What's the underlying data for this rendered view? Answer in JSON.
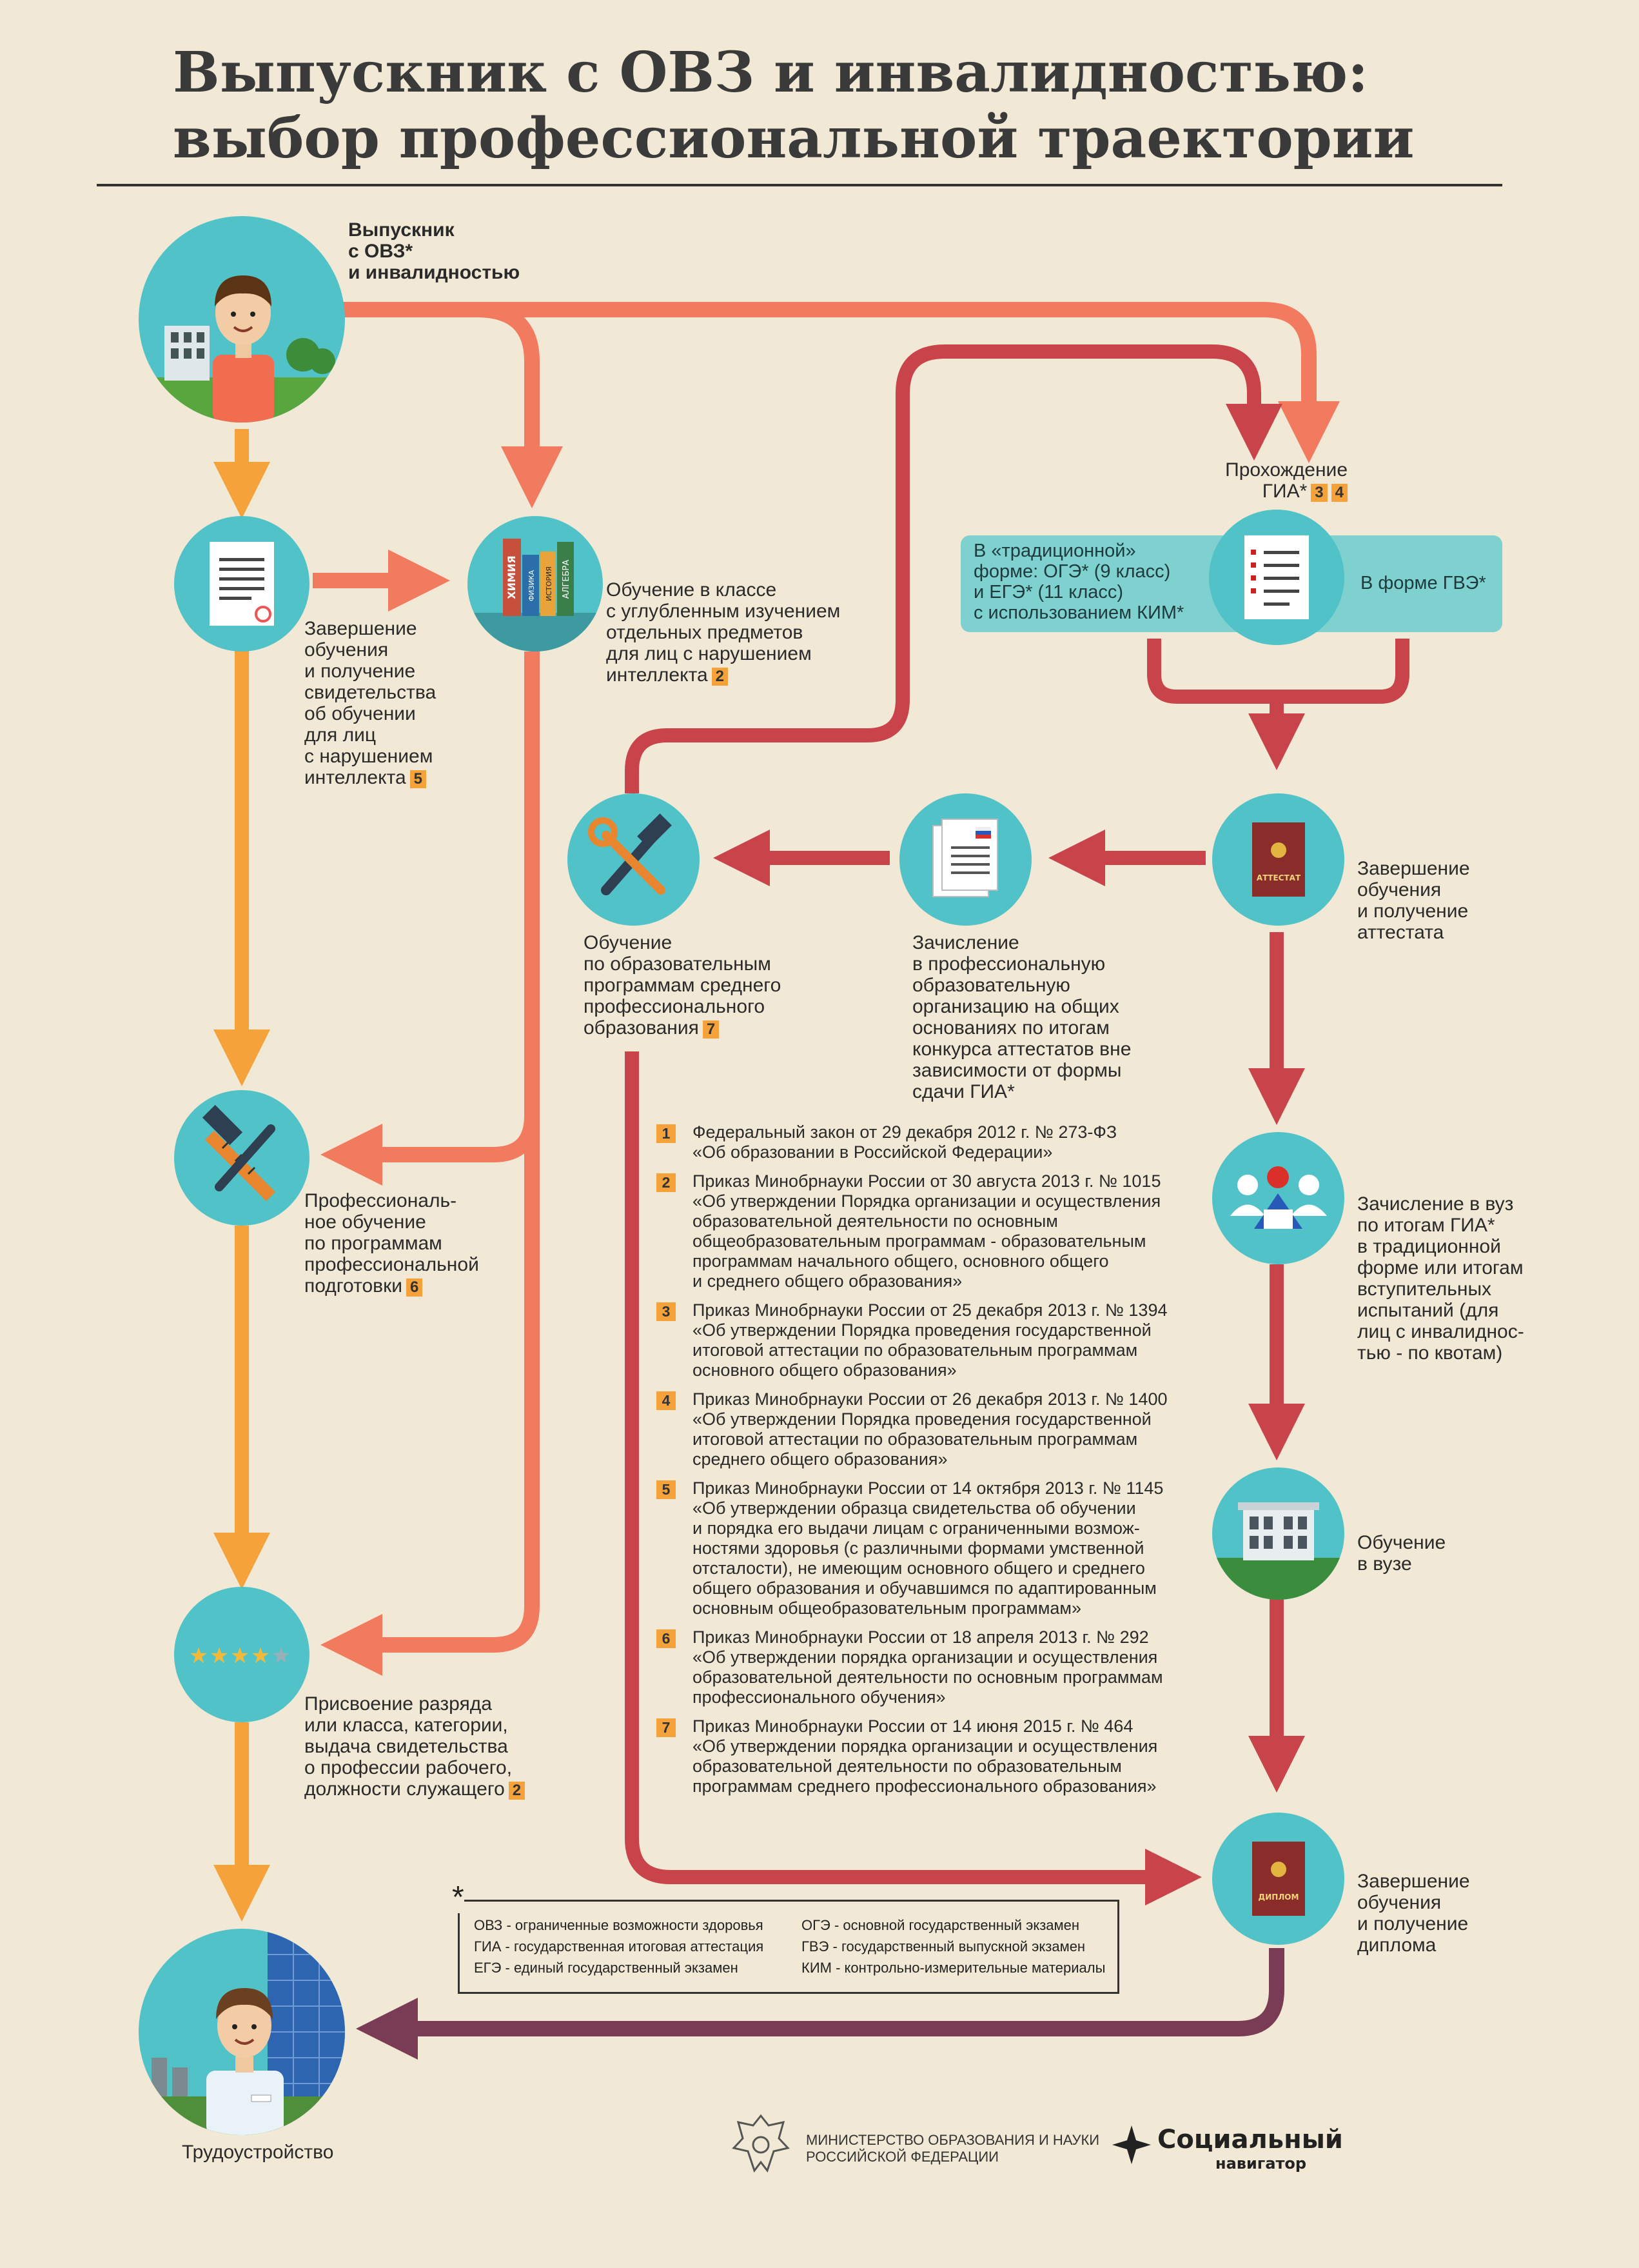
{
  "title": {
    "line1": "Выпускник с ОВЗ и инвалидностью:",
    "line2": "выбор профессиональной траектории"
  },
  "nodes": {
    "graduate": {
      "lines": [
        "Выпускник",
        "с ОВЗ*",
        "и инвалидностью"
      ]
    },
    "certificate": {
      "lines": [
        "Завершение",
        "обучения",
        "и получение",
        "свидетельства",
        "об обучении",
        "для лиц",
        "с нарушением"
      ],
      "last": "интеллекта",
      "badge": "5"
    },
    "special_class": {
      "lines": [
        "Обучение в классе",
        "с углубленным изучением",
        "отдельных предметов",
        "для лиц с нарушением"
      ],
      "last": "интеллекта",
      "badge": "2",
      "book_labels": [
        "ХИМИЯ",
        "ФИЗИКА",
        "ИСТОРИЯ",
        "АЛГЕБРА"
      ]
    },
    "gia": {
      "line1": "Прохождение",
      "line2": "ГИА*",
      "badges": [
        "3",
        "4"
      ],
      "traditional": [
        "В «традиционной»",
        "форме: ОГЭ* (9 класс)",
        "и ЕГЭ* (11 класс)",
        "с использованием КИМ*"
      ],
      "gve": "В форме ГВЭ*"
    },
    "attestat": {
      "lines": [
        "Завершение",
        "обучения",
        "и получение",
        "аттестата"
      ],
      "doc_label": "АТТЕСТАТ"
    },
    "enrollment_prof": {
      "lines": [
        "Зачисление",
        "в профессиональную",
        "образовательную",
        "организацию на общих",
        "основаниях по итогам",
        "конкурса аттестатов вне",
        "зависимости от формы",
        "сдачи ГИА*"
      ]
    },
    "spo": {
      "lines": [
        "Обучение",
        "по образовательным",
        "программам среднего",
        "профессионального"
      ],
      "last": "образования",
      "badge": "7"
    },
    "prof_training": {
      "lines": [
        "Профессиональ-",
        "ное обучение",
        "по программам",
        "профессиональной"
      ],
      "last": "подготовки",
      "badge": "6"
    },
    "university_enroll": {
      "lines": [
        "Зачисление в вуз",
        "по итогам ГИА*",
        "в традиционной",
        "форме или итогам",
        "вступительных",
        "испытаний (для",
        "лиц с инвалиднос-",
        "тью - по квотам)"
      ]
    },
    "university": {
      "lines": [
        "Обучение",
        "в вузе"
      ]
    },
    "rank": {
      "lines": [
        "Присвоение разряда",
        "или класса, категории,",
        "выдача свидетельства",
        "о профессии рабочего,"
      ],
      "last": "должности служащего",
      "badge": "2"
    },
    "diploma": {
      "lines": [
        "Завершение",
        "обучения",
        "и получение",
        "диплома"
      ],
      "doc_label": "ДИПЛОМ"
    },
    "employment": {
      "label": "Трудоустройство"
    }
  },
  "references": [
    {
      "num": "1",
      "lines": [
        "Федеральный закон от 29 декабря 2012 г. № 273-ФЗ",
        "«Об образовании в Российской Федерации»"
      ]
    },
    {
      "num": "2",
      "lines": [
        "Приказ Минобрнауки России от 30 августа 2013 г. № 1015",
        "«Об утверждении Порядка организации и осуществления",
        "образовательной деятельности по основным",
        "общеобразовательным программам - образовательным",
        "программам начального общего, основного общего",
        "и среднего общего образования»"
      ]
    },
    {
      "num": "3",
      "lines": [
        "Приказ Минобрнауки России от 25 декабря 2013 г. № 1394",
        "«Об утверждении Порядка проведения государственной",
        "итоговой аттестации по образовательным программам",
        "основного общего образования»"
      ]
    },
    {
      "num": "4",
      "lines": [
        "Приказ Минобрнауки России от 26 декабря 2013 г. № 1400",
        "«Об утверждении Порядка проведения государственной",
        "итоговой аттестации по образовательным программам",
        "среднего общего образования»"
      ]
    },
    {
      "num": "5",
      "lines": [
        "Приказ Минобрнауки России от 14 октября 2013 г. № 1145",
        "«Об утверждении образца свидетельства об обучении",
        "и порядка его выдачи лицам с ограниченными возмож-",
        "ностями здоровья (с различными формами умственной",
        "отсталости), не имеющим основного общего и среднего",
        "общего образования и обучавшимся по адаптированным",
        "основным общеобразовательным программам»"
      ]
    },
    {
      "num": "6",
      "lines": [
        "Приказ Минобрнауки России от 18 апреля 2013 г. № 292",
        "«Об утверждении порядка организации и осуществления",
        "образовательной деятельности по основным программам",
        "профессионального обучения»"
      ]
    },
    {
      "num": "7",
      "lines": [
        "Приказ Минобрнауки России от 14 июня 2015 г. № 464",
        "«Об утверждении порядка организации и осуществления",
        "образовательной деятельности по образовательным",
        "программам среднего профессионального образования»"
      ]
    }
  ],
  "glossary": {
    "star": "*",
    "left": [
      "ОВЗ - ограниченные возможности здоровья",
      "ГИА - государственная итоговая аттестация",
      "ЕГЭ - единый государственный экзамен"
    ],
    "right": [
      "ОГЭ - основной государственный экзамен",
      "ГВЭ - государственный выпускной экзамен",
      "КИМ - контрольно-измерительные материалы"
    ]
  },
  "footer": {
    "ministry": [
      "МИНИСТЕРСТВО ОБРАЗОВАНИЯ И НАУКИ",
      "РОССИЙСКОЙ ФЕДЕРАЦИИ"
    ],
    "brand": "Социальный",
    "brand_sub": "навигатор"
  },
  "colors": {
    "teal": "#52c2c9",
    "teal_light": "#7fd1d0",
    "orange": "#f5a23a",
    "salmon": "#f27a5e",
    "red": "#c8444a",
    "plum": "#7a3b55"
  }
}
